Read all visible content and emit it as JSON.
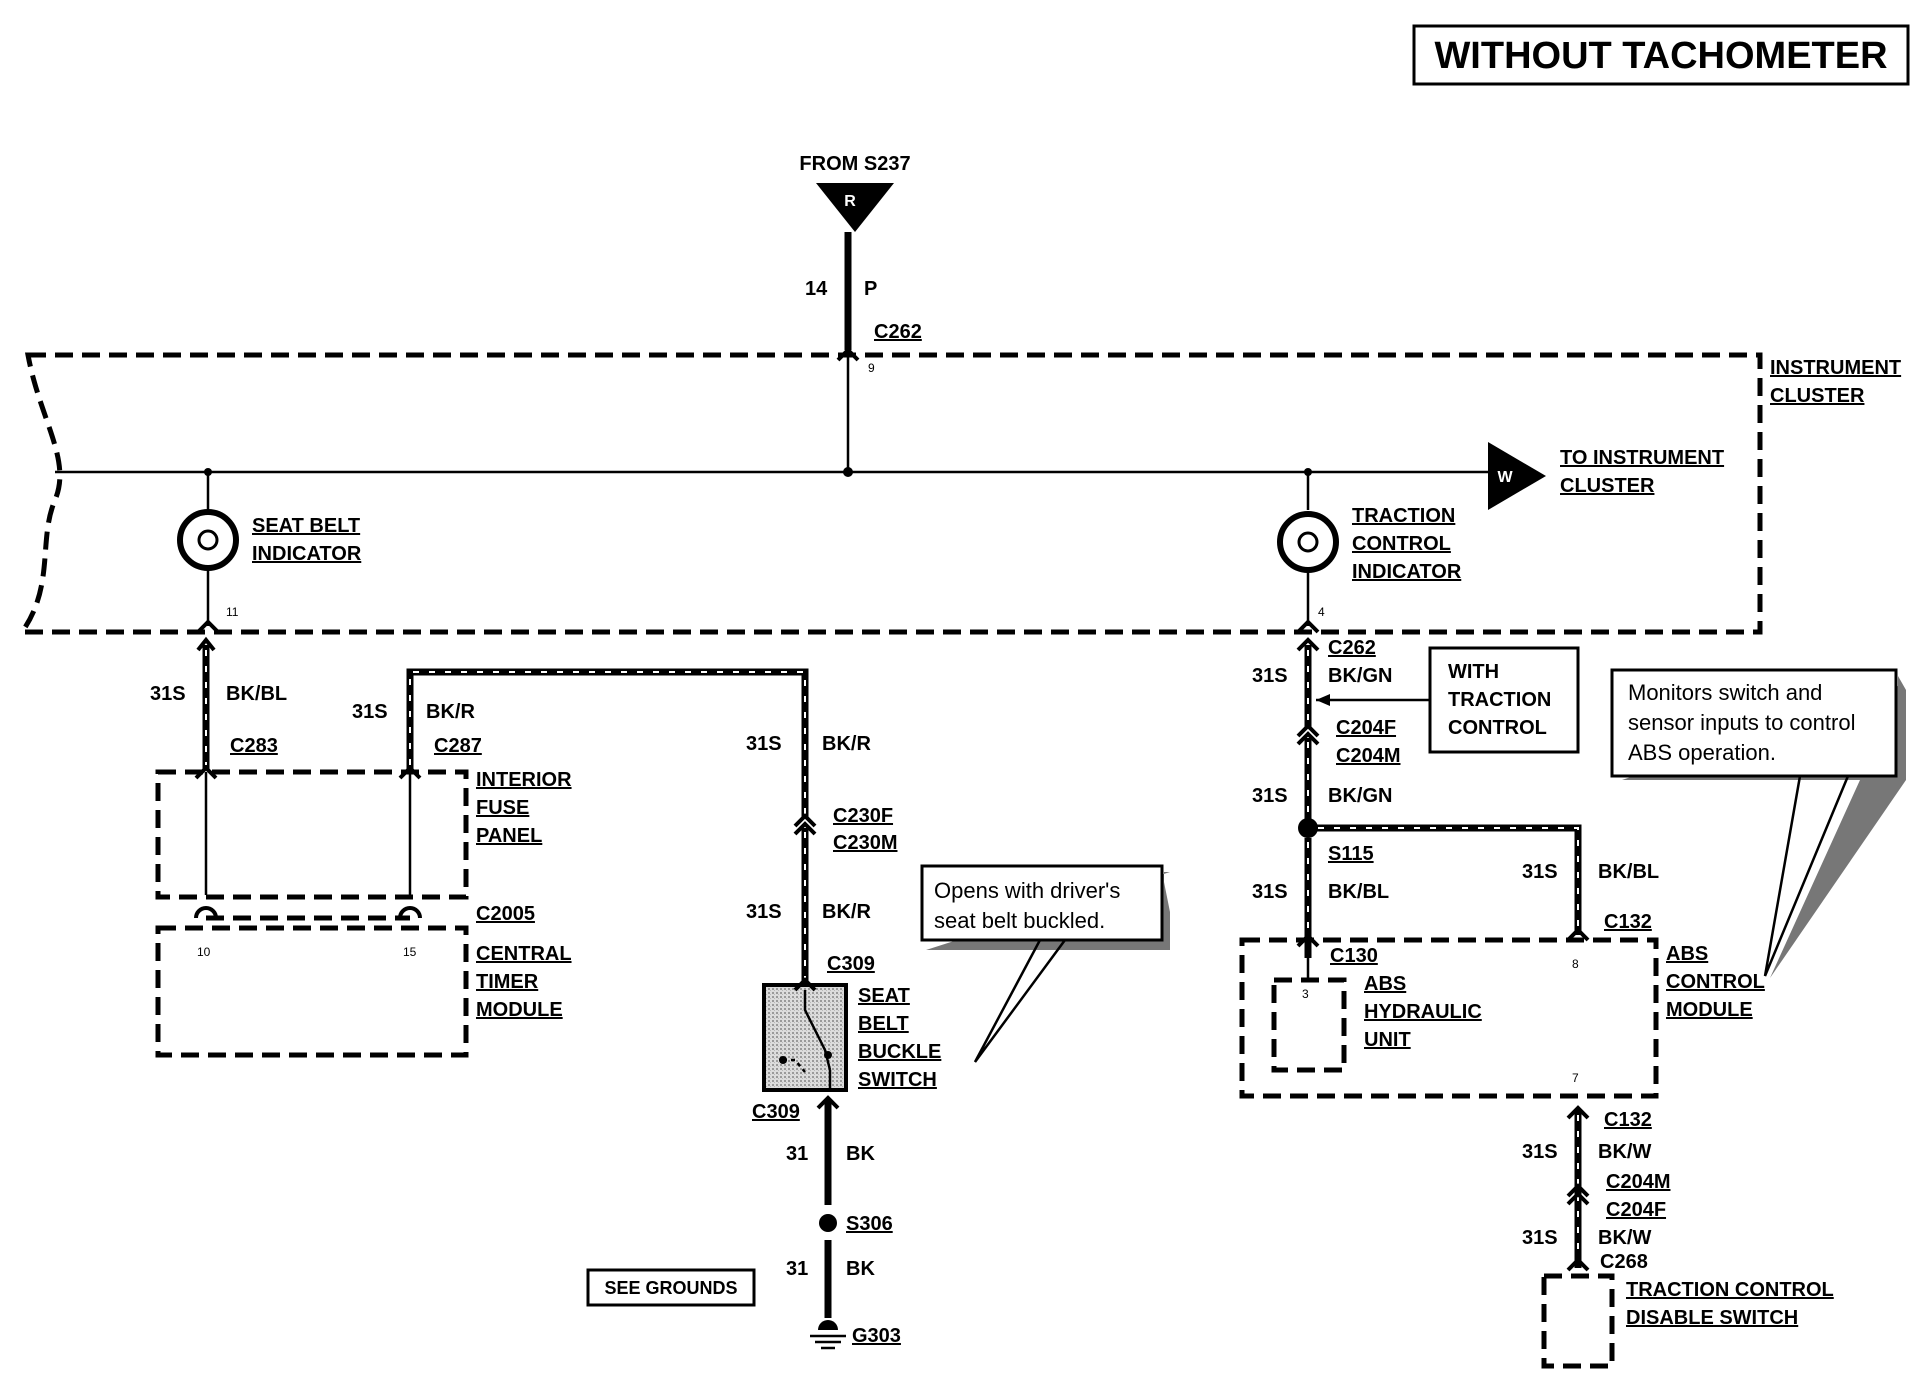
{
  "title": "WITHOUT TACHOMETER",
  "source": {
    "from": "FROM S237",
    "color_code": "R",
    "gauge": "14",
    "wire_color": "P",
    "connector": "C262",
    "pin": "9"
  },
  "instrument_cluster": {
    "label_line1": "INSTRUMENT",
    "label_line2": "CLUSTER",
    "to_label_line1": "TO INSTRUMENT",
    "to_label_line2": "CLUSTER",
    "to_code": "W",
    "seatbelt_line1": "SEAT BELT",
    "seatbelt_line2": "INDICATOR",
    "seatbelt_pin": "11",
    "traction_line1": "TRACTION",
    "traction_line2": "CONTROL",
    "traction_line3": "INDICATOR",
    "traction_pin": "4"
  },
  "left_branch": {
    "gauge": "31S",
    "w1_color": "BK/BL",
    "c283": "C283",
    "w2_color": "BK/R",
    "c287": "C287",
    "w3_color": "BK/R",
    "c230f": "C230F",
    "c230m": "C230M",
    "w4_color": "BK/R",
    "c309_top": "C309",
    "c309_bottom": "C309",
    "gnd_gauge": "31",
    "gnd_color": "BK",
    "splice": "S306",
    "ground": "G303",
    "see_grounds": "SEE GROUNDS"
  },
  "interior_fuse_panel": {
    "line1": "INTERIOR",
    "line2": "FUSE",
    "line3": "PANEL"
  },
  "central_timer_module": {
    "connector": "C2005",
    "line1": "CENTRAL",
    "line2": "TIMER",
    "line3": "MODULE",
    "pin_a": "10",
    "pin_b": "15"
  },
  "seat_belt_buckle_switch": {
    "line1": "SEAT",
    "line2": "BELT",
    "line3": "BUCKLE",
    "line4": "SWITCH"
  },
  "callout_switch": {
    "line1": "Opens with driver's",
    "line2": "seat belt buckled."
  },
  "right_branch": {
    "c262": "C262",
    "gauge": "31S",
    "w1_color": "BK/GN",
    "c204f": "C204F",
    "c204m": "C204M",
    "w2_color": "BK/GN",
    "splice": "S115",
    "w3_color": "BK/BL",
    "w4_color": "BK/BL",
    "c132_top": "C132",
    "c130": "C130",
    "c130_pin": "3",
    "c132_pin_top": "8",
    "c132_pin_bottom": "7",
    "c132_bottom": "C132",
    "w5_color": "BK/W",
    "c204m_b": "C204M",
    "c204f_b": "C204F",
    "w6_color": "BK/W",
    "c268": "C268"
  },
  "with_traction": {
    "line1": "WITH",
    "line2": "TRACTION",
    "line3": "CONTROL"
  },
  "abs_hydraulic_unit": {
    "line1": "ABS",
    "line2": "HYDRAULIC",
    "line3": "UNIT"
  },
  "abs_control_module": {
    "line1": "ABS",
    "line2": "CONTROL",
    "line3": "MODULE"
  },
  "callout_abs": {
    "line1": "Monitors switch and",
    "line2": "sensor inputs to control",
    "line3": "ABS operation."
  },
  "traction_disable_switch": {
    "line1": "TRACTION CONTROL",
    "line2": "DISABLE SWITCH"
  }
}
